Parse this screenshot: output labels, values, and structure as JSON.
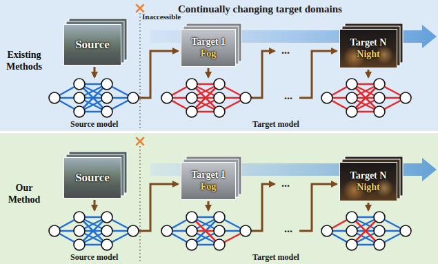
{
  "diagram": {
    "nodes": [
      {
        "text": [
          "Existing Methods"
        ]
      },
      {
        "text": [
          "Source"
        ],
        "in": 0
      },
      {
        "text": [
          "Target 1",
          "Fog"
        ],
        "in": 0
      },
      {
        "text": [
          "Target N",
          "Night"
        ],
        "in": 0
      },
      {
        "text": [
          "Our Method"
        ]
      },
      {
        "text": [
          "Source"
        ],
        "in": 4
      },
      {
        "text": [
          "Target 1",
          "Fog"
        ],
        "in": 4
      },
      {
        "text": [
          "Target N",
          "Night"
        ],
        "in": 4
      }
    ],
    "labels": [
      "Inaccessible",
      "Continually changing target domains",
      "Source model",
      "Target model",
      "...",
      "...",
      "Source model",
      "Target model",
      "...",
      "..."
    ]
  }
}
